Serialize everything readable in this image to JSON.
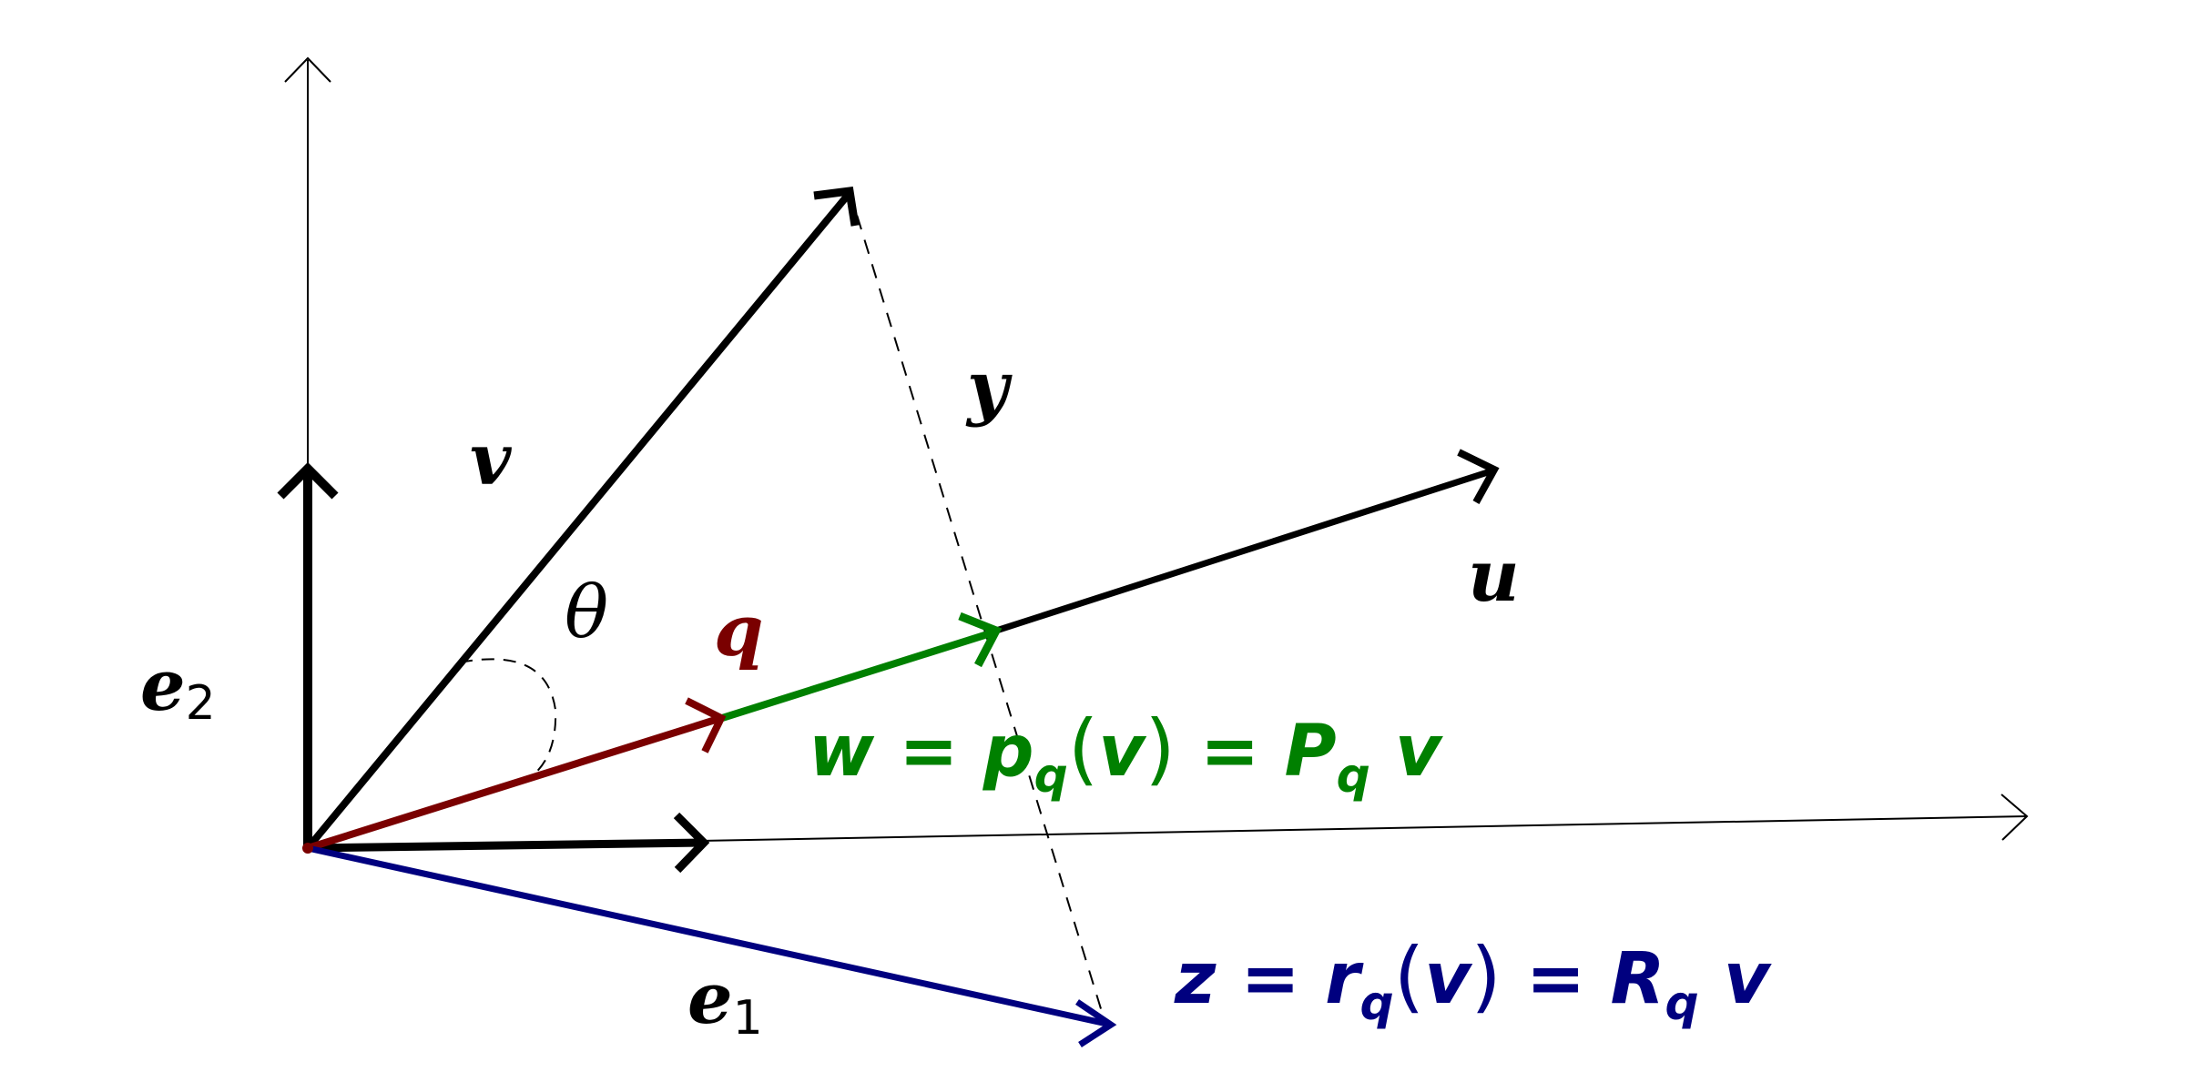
{
  "labels": {
    "v": "v",
    "y": "y",
    "u": "u",
    "q": "q",
    "theta": "θ",
    "e2": {
      "base": "e",
      "sub": "2"
    },
    "e1": {
      "base": "e",
      "sub": "1"
    }
  },
  "equations": {
    "w": {
      "lhs": "w",
      "eq1": " = ",
      "fn": "p",
      "fn_sub": "q",
      "lparen": "(",
      "arg": "v",
      "rparen": ")",
      "eq2": " = ",
      "mat": "P",
      "mat_sub": "q",
      "tail": " v"
    },
    "z": {
      "lhs": "z",
      "eq1": " = ",
      "fn": "r",
      "fn_sub": "q",
      "lparen": "(",
      "arg": "v",
      "rparen": ")",
      "eq2": " = ",
      "mat": "R",
      "mat_sub": "q",
      "tail": " v"
    }
  },
  "colors": {
    "black": "#000000",
    "q": "#7a0000",
    "w": "#008000",
    "z": "#00007f"
  }
}
